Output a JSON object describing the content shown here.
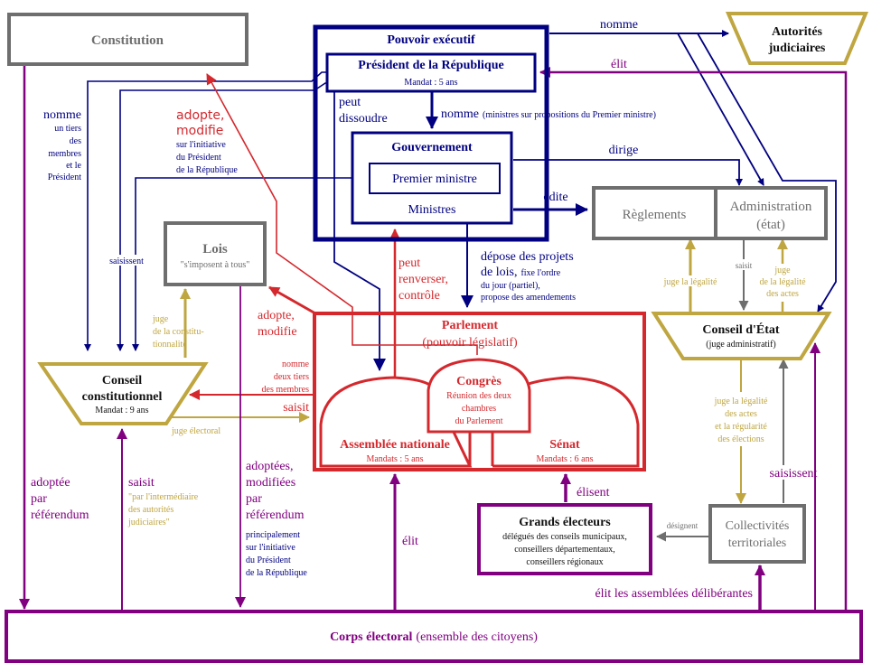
{
  "colors": {
    "navy": "#000080",
    "red": "#d4282d",
    "purple": "#800080",
    "gold": "#bfa640",
    "gray": "#6e6e6e",
    "black": "#111111"
  },
  "nodes": {
    "constitution": {
      "title": "Constitution"
    },
    "autorites_judiciaires": {
      "line1": "Autorités",
      "line2": "judiciaires"
    },
    "pouvoir_executif": {
      "title": "Pouvoir exécutif"
    },
    "president": {
      "title": "Président de la République",
      "mandate": "Mandat : 5 ans"
    },
    "gouvernement": {
      "title": "Gouvernement",
      "premier_ministre": "Premier ministre",
      "ministres": "Ministres"
    },
    "reglements": {
      "title": "Règlements"
    },
    "administration": {
      "line1": "Administration",
      "line2": "(état)"
    },
    "lois": {
      "title": "Lois",
      "subtitle": "\"s'imposent à tous\""
    },
    "conseil_constitutionnel": {
      "line1": "Conseil",
      "line2": "constitutionnel",
      "mandate": "Mandat : 9 ans"
    },
    "conseil_etat": {
      "title": "Conseil d'État",
      "subtitle": "(juge administratif)"
    },
    "parlement": {
      "title": "Parlement",
      "subtitle": "(pouvoir législatif)"
    },
    "congres": {
      "title": "Congrès",
      "line1": "Réunion des deux",
      "line2": "chambres",
      "line3": "du Parlement"
    },
    "assemblee": {
      "title": "Assemblée nationale",
      "mandate": "Mandats : 5 ans"
    },
    "senat": {
      "title": "Sénat",
      "mandate": "Mandats : 6 ans"
    },
    "grands_electeurs": {
      "title": "Grands électeurs",
      "line1": "délégués des conseils municipaux,",
      "line2": "conseillers départementaux,",
      "line3": "conseillers régionaux"
    },
    "collectivites": {
      "line1": "Collectivités",
      "line2": "territoriales"
    },
    "corps_electoral": {
      "title": "Corps électoral",
      "subtitle": "(ensemble des citoyens)"
    }
  },
  "labels": {
    "nomme_autorites": "nomme",
    "elit_president": "élit",
    "peut_dissoudre_1": "peut",
    "peut_dissoudre_2": "dissoudre",
    "nomme_gouv": "nomme",
    "nomme_gouv_detail": "(ministres sur propositions du Premier ministre)",
    "dirige": "dirige",
    "edite": "édite",
    "nomme_cc_1": "nomme",
    "nomme_cc_2": "un tiers",
    "nomme_cc_3": "des",
    "nomme_cc_4": "membres",
    "nomme_cc_5": "et le",
    "nomme_cc_6": "Président",
    "adopte_const_1": "adopte,",
    "adopte_const_2": "modifie",
    "adopte_const_3": "sur l'initiative",
    "adopte_const_4": "du Président",
    "adopte_const_5": "de la République",
    "saisissent_left": "saisissent",
    "juge_const_1": "juge",
    "juge_const_2": "de la constitu-",
    "juge_const_3": "tionnalité",
    "adopte_lois_1": "adopte,",
    "adopte_lois_2": "modifie",
    "peut_renverser_1": "peut",
    "peut_renverser_2": "renverser,",
    "peut_renverser_3": "contrôle",
    "depose_1": "dépose des projets",
    "depose_2": "de lois,",
    "depose_2b": "fixe l'ordre",
    "depose_3": "du jour (partiel),",
    "depose_4": "propose des amendements",
    "nomme_deux_tiers_1": "nomme",
    "nomme_deux_tiers_2": "deux tiers",
    "nomme_deux_tiers_3": "des membres",
    "saisit_parl": "saisit",
    "juge_electoral": "juge électoral",
    "juge_legalite": "juge la légalité",
    "saisit_admin": "saisit",
    "juge_actes_1": "juge",
    "juge_actes_2": "de la légalité",
    "juge_actes_3": "des actes",
    "juge_coll_1": "juge la légalité",
    "juge_coll_2": "des actes",
    "juge_coll_3": "et la régularité",
    "juge_coll_4": "des élections",
    "saisissent_right": "saisissent",
    "adoptee_ref_1": "adoptée",
    "adoptee_ref_2": "par",
    "adoptee_ref_3": "référendum",
    "saisit_cc_1": "saisit",
    "saisit_cc_2": "\"par l'intermédiaire",
    "saisit_cc_3": "des autorités",
    "saisit_cc_4": "judiciaires\"",
    "adoptees_ref_1": "adoptées,",
    "adoptees_ref_2": "modifiées",
    "adoptees_ref_3": "par",
    "adoptees_ref_4": "référendum",
    "adoptees_ref_5": "principalement",
    "adoptees_ref_6": "sur l'initiative",
    "adoptees_ref_7": "du Président",
    "adoptees_ref_8": "de la République",
    "elit_an": "élit",
    "elisent": "élisent",
    "designent": "désignent",
    "elit_assemblees": "élit les assemblées délibérantes"
  }
}
